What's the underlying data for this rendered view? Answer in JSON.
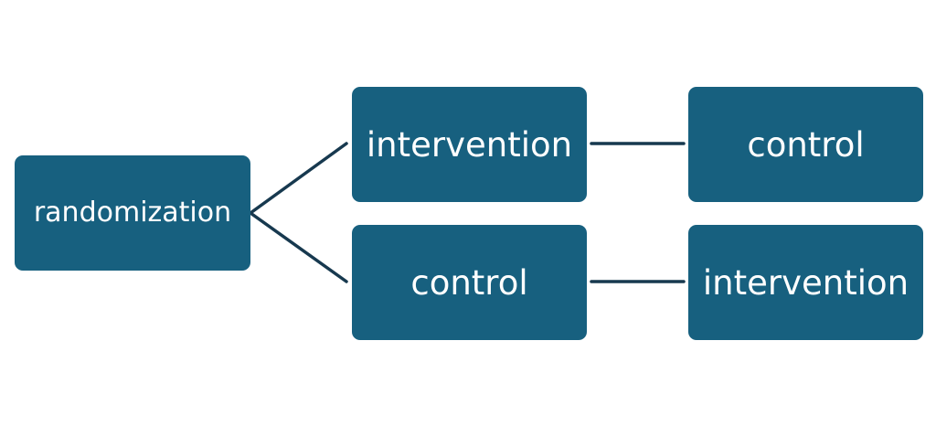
{
  "colors": {
    "node_fill": "#17607f",
    "node_text": "#ffffff",
    "connector": "#17394f",
    "background": "#ffffff"
  },
  "nodes": {
    "root": "randomization",
    "arm1": {
      "period1": "intervention",
      "period2": "control"
    },
    "arm2": {
      "period1": "control",
      "period2": "intervention"
    }
  }
}
